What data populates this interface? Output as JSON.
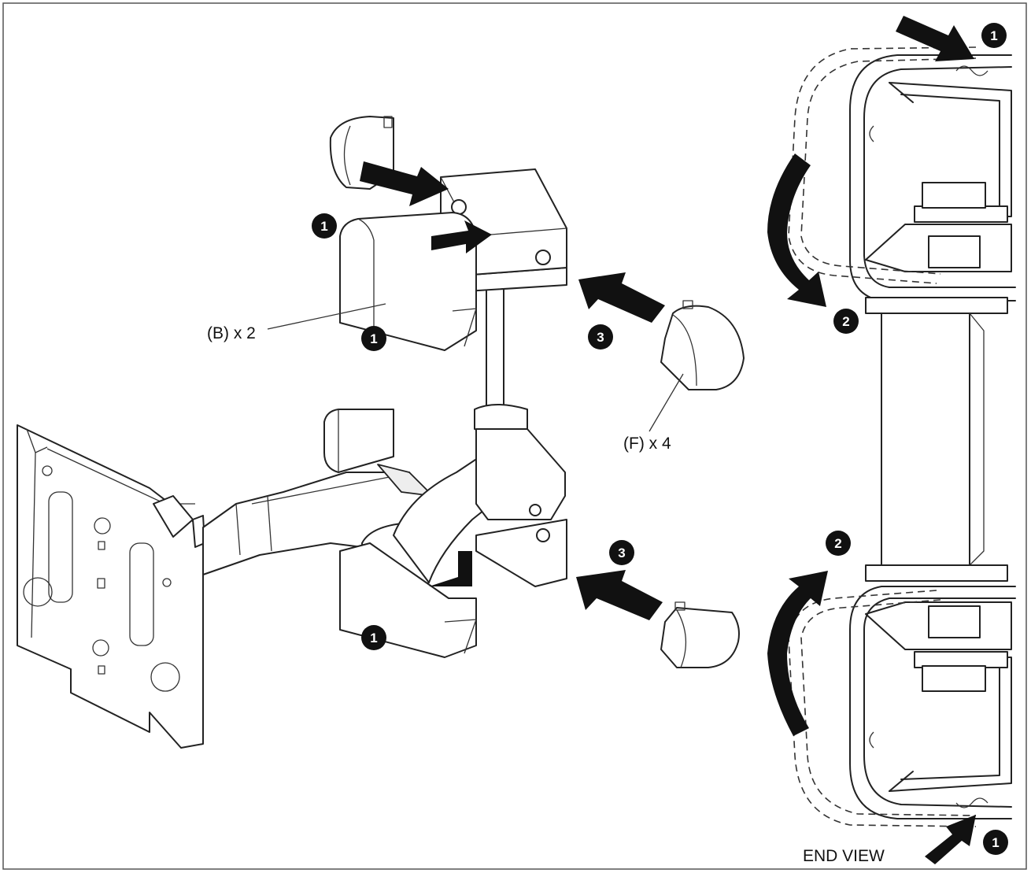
{
  "labels": {
    "part_b": "(B) x 2",
    "part_f": "(F) x 4",
    "end_view": "END VIEW"
  },
  "step_markers": {
    "one": "1",
    "two": "2",
    "three": "3"
  },
  "colors": {
    "line": "#222222",
    "marker_fill": "#111111",
    "marker_text": "#ffffff",
    "background": "#ffffff"
  }
}
